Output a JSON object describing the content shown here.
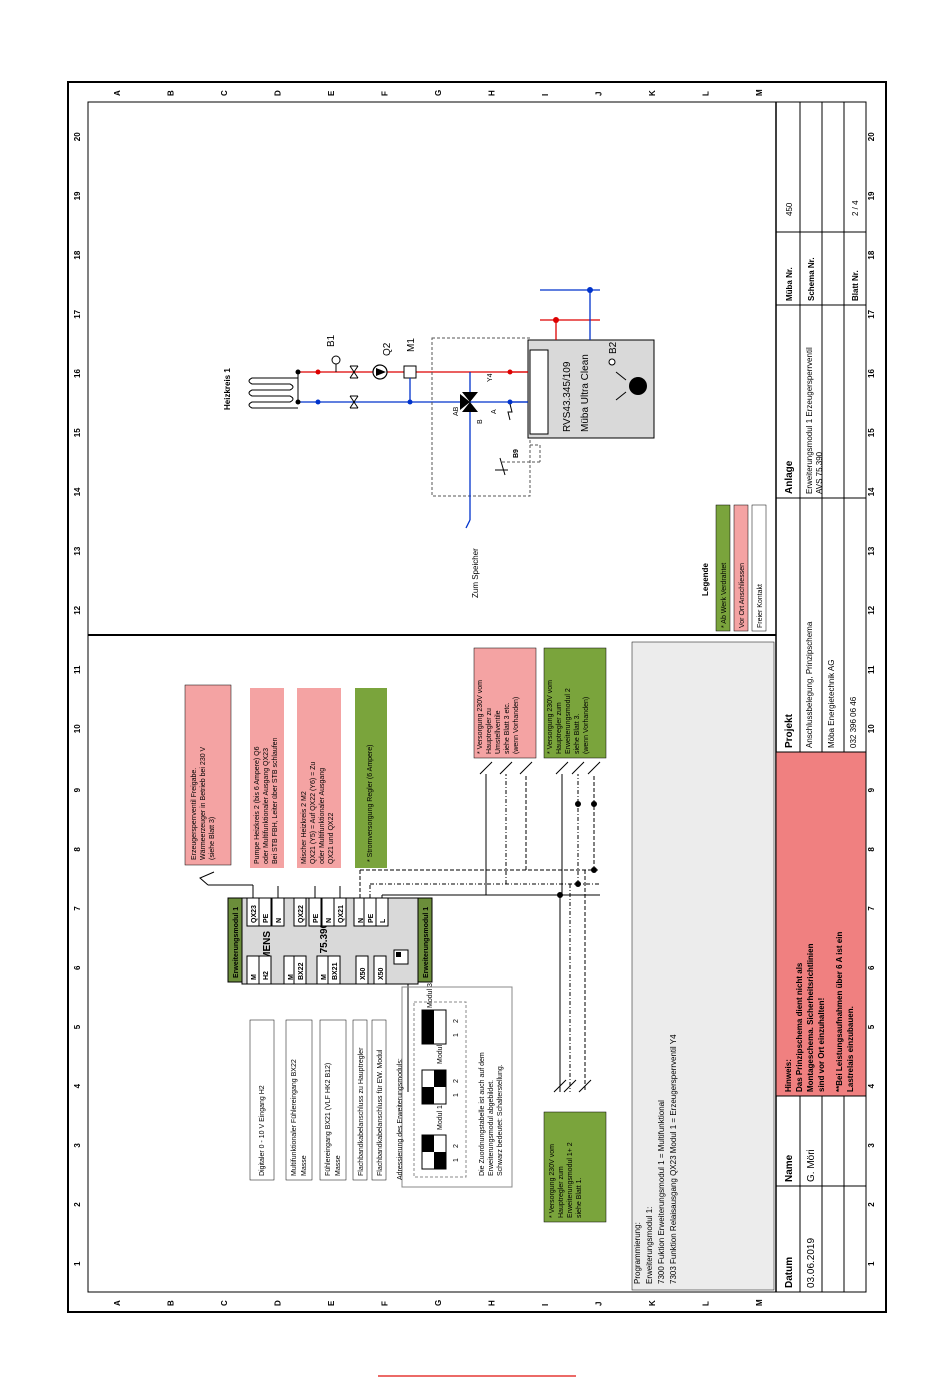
{
  "grid": {
    "numbers": [
      "1",
      "2",
      "3",
      "4",
      "5",
      "6",
      "7",
      "8",
      "9",
      "10",
      "11",
      "12",
      "13",
      "14",
      "15",
      "16",
      "17",
      "18",
      "19",
      "20"
    ],
    "letters": [
      "A",
      "B",
      "C",
      "D",
      "E",
      "F",
      "G",
      "H",
      "I",
      "J",
      "K",
      "L",
      "M"
    ]
  },
  "title_block": {
    "datum_label": "Datum",
    "datum_value": "03.06.2019",
    "name_label": "Name",
    "name_value": "G. Möri",
    "hinweis_title": "Hinweis:",
    "hinweis_lines": [
      "Das Prinzipschema dient nicht als",
      "Montageschema. Sicherheitsrichtlinien",
      "sind vor Ort einzuhalten!",
      "**Bei Leistungsaufnahmen über 6 A ist ein",
      "Lastrelais einzubauen."
    ],
    "projekt_label": "Projekt",
    "projekt_lines": [
      "Anschlussbelegung, Prinzipschema",
      "Möba Energietechnik AG",
      "032 396 06 46"
    ],
    "anlage_label": "Anlage",
    "anlage_lines": [
      "Erweiterungsmodul 1 Erzeugersperrventil",
      "AVS 75.390"
    ],
    "mueba_nr_label": "Müba Nr.",
    "mueba_nr_value": "450",
    "schema_nr_label": "Schema Nr.",
    "blatt_nr_label": "Blatt Nr.",
    "blatt_nr_value": "2 / 4"
  },
  "legend": {
    "title": "Legende",
    "items": [
      {
        "label": "* Ab Werk Verdrahtet",
        "color": "#7aa43c"
      },
      {
        "label": "Vor Ort Anschliessen",
        "color": "#f4a3a3"
      },
      {
        "label": "Freier Kontakt",
        "color": "#ffffff"
      }
    ]
  },
  "hydraulic": {
    "heizkreis": "Heizkreis 1",
    "b1": "B1",
    "q2": "Q2",
    "m1": "M1",
    "y4": "Y4",
    "b2": "B2",
    "b9": "B9",
    "ab": "AB",
    "a": "A",
    "b": "B",
    "zum_speicher": "Zum Speicher",
    "boiler_lines": [
      "RVS43.345/109",
      "Müba Ultra Clean"
    ]
  },
  "module": {
    "header": "Erweiterungsmodul 1",
    "brand": "SIEMENS",
    "model": "AVS 75.390",
    "terminals_right": [
      "QX23",
      "PE",
      "N",
      "QX22",
      "PE",
      "N",
      "QX21",
      "N",
      "PE",
      "L"
    ],
    "terminals_left": [
      "M",
      "H2",
      "M",
      "BX22",
      "M",
      "BX21",
      "X50",
      "X50"
    ]
  },
  "notes": {
    "erzeuger": [
      "Erzeugersperrventil Freigabe.",
      "Wärmeerzeuger in Betrieb bei 230 V",
      "(siehe Blatt 3)"
    ],
    "pumpe": [
      "Pumpe Heizkreis 2 (bis 6 Ampere) Q6",
      "oder Multifunktionaler Ausgang QX23",
      "Bei STB FBH, Leiter über STB schlaufen"
    ],
    "mischer": [
      "Mischer Heizkreis 2   M2",
      "QX21 (Y5) = Auf  QX22 (Y6) = Zu",
      "oder Multifunktionaler Ausgang",
      "QX21 und QX22"
    ],
    "strom": [
      "* Stromversorgung Regler (6 Ampere)"
    ],
    "versorgung_red": [
      "* Versorgung 230V vom",
      "Hauptregler zu",
      "Umstellventile",
      "siehe Blatt 3 etc.",
      "(wenn Vorhanden)"
    ],
    "versorgung_green_top": [
      "* Versorgung 230V vom",
      "Hauptregler zum",
      "Erweiterungsmodul 2",
      "siehe Blatt 3.",
      "(wenn Vorhanden)"
    ],
    "versorgung_green_left": [
      "* Versorgung 230V vom",
      "Hauptregler zum",
      "Erweiterungsmodul 1+ 2",
      "siehe Blatt 1."
    ],
    "digitaler": "Digitaler 0 - 10 V Eingang H2",
    "multi_fuehler": [
      "Multifunktionaler Fühlereingang BX22",
      "Masse"
    ],
    "fuehler_bx21": [
      "Fühlereingang BX21 (VLF HK2 B12)",
      "Masse"
    ],
    "flach1": "Flachbandkabelanschluss zu Hauptregler",
    "flach2": "Flachbandkabelanschluss für EW. Modul",
    "adressierung": "Adressierung des Erweiterungsmoduls:",
    "modul1": "Modul 1",
    "modul2": "Modul 2",
    "modul3": "Modul 3",
    "zuordnung": [
      "Die Zuordnungstabelle ist auch auf dem",
      "Erweiterungsmodul abgebildet.",
      "Schwarz bedeutet: Schalterstellung."
    ],
    "programmierung": [
      "Programmierung:",
      "Erweiterungsmodul 1:",
      "7300 Fuktion Erweiterungsmodul 1 = Multifunktional",
      "7303 Funktion Relaisausgang QX23 Modul 1 = Erzeugersperrventil Y4"
    ],
    "one": "1",
    "two": "2"
  }
}
